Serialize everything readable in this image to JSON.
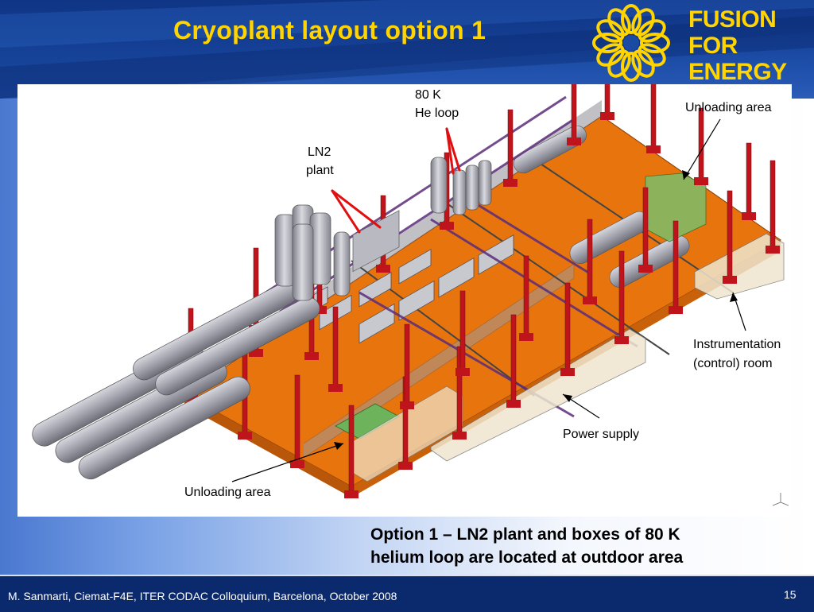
{
  "slide": {
    "title": "Cryoplant layout option 1",
    "logo": {
      "line1": "FUSION",
      "line2": "FOR",
      "line3": "ENERGY"
    },
    "caption": {
      "line1": "Option 1 – LN2 plant and boxes of 80 K",
      "line2": "helium loop are located at outdoor area"
    },
    "footer": "M. Sanmarti, Ciemat-F4E, ITER CODAC Colloquium, Barcelona, October 2008",
    "page_number": "15"
  },
  "diagram": {
    "labels": {
      "he_loop_1": "80 K",
      "he_loop_2": "He loop",
      "ln2_1": "LN2",
      "ln2_2": "plant",
      "unloading_top": "Unloading area",
      "instrumentation_1": "Instrumentation",
      "instrumentation_2": "(control) room",
      "power_supply": "Power supply",
      "unloading_bottom": "Unloading area"
    },
    "colors": {
      "floor": "#e8740e",
      "floor_dark": "#b8560a",
      "columns": "#c0141c",
      "tanks": "#a9a9b2",
      "pointer_arrows": "#e01010",
      "transparent_box": "#efe6cf"
    }
  }
}
